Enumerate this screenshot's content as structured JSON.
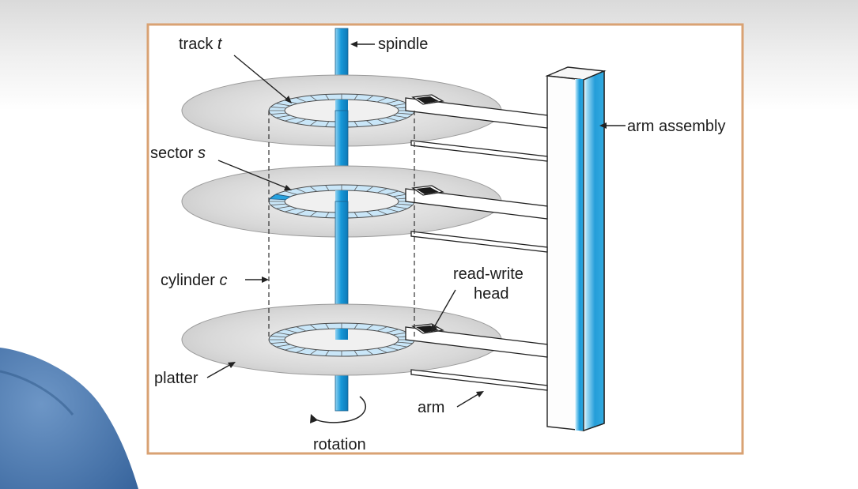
{
  "diagram": {
    "labels": {
      "track": "track",
      "track_var": "t",
      "spindle": "spindle",
      "sector": "sector",
      "sector_var": "s",
      "cylinder": "cylinder",
      "cylinder_var": "c",
      "read_write_line1": "read-write",
      "read_write_line2": "head",
      "platter": "platter",
      "arm": "arm",
      "rotation": "rotation",
      "arm_assembly": "arm assembly"
    },
    "colors": {
      "frame_border": "#d9a273",
      "platter_fill": "#d4d4d4",
      "track_fill": "#c9e6f8",
      "sector_highlight": "#27a3e0",
      "spindle_blue": "#2aa4dc",
      "head_black": "#1a1a1a",
      "presenter_shirt": "#4b78b0"
    }
  }
}
